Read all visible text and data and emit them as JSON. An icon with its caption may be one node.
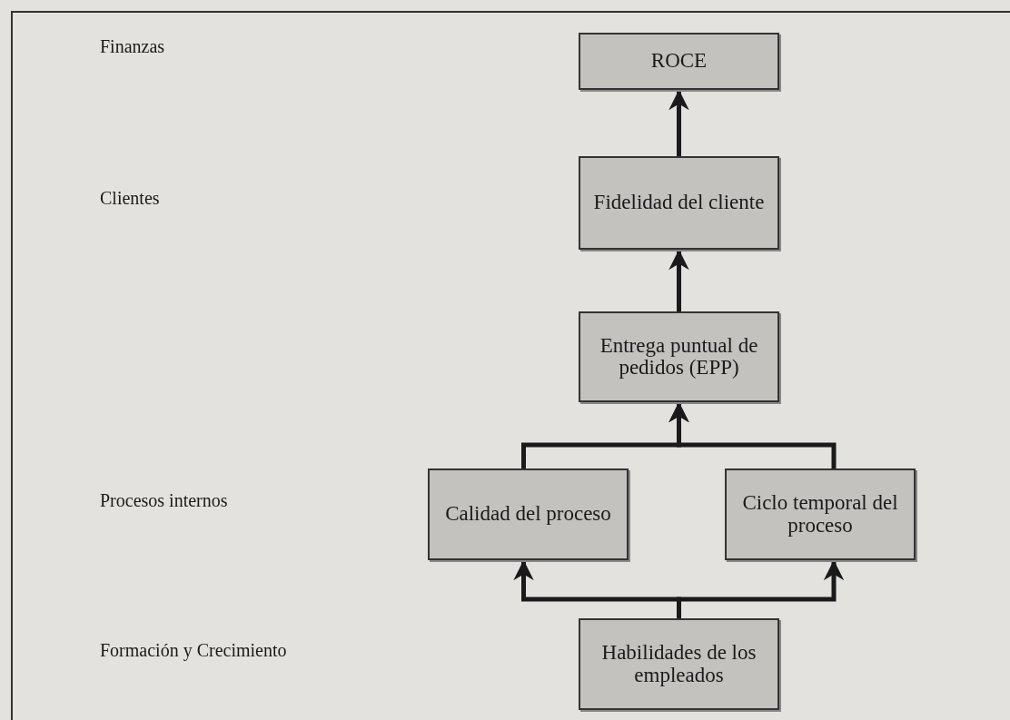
{
  "diagram": {
    "nodes": [
      {
        "text": [
          "ROCE"
        ]
      },
      {
        "text": [
          "Fidelidad del cliente"
        ]
      },
      {
        "text": [
          "Entrega puntual de pedidos (EPP)"
        ]
      },
      {
        "text": [
          "Calidad del proceso"
        ]
      },
      {
        "text": [
          "Ciclo temporal del proceso"
        ]
      },
      {
        "text": [
          "Habilidades de los empleados"
        ]
      }
    ],
    "edges": [
      {
        "from": 1,
        "to": 0,
        "arrow": "to"
      },
      {
        "from": 2,
        "to": 1,
        "arrow": "to"
      },
      {
        "from": 3,
        "to": 2,
        "arrow": "to"
      },
      {
        "from": 4,
        "to": 2,
        "arrow": "to"
      },
      {
        "from": 5,
        "to": 3,
        "arrow": "to"
      },
      {
        "from": 5,
        "to": 4,
        "arrow": "to"
      }
    ],
    "labels": [
      "Finanzas",
      "Clientes",
      "Procesos internos",
      "Formación y Crecimiento"
    ]
  }
}
